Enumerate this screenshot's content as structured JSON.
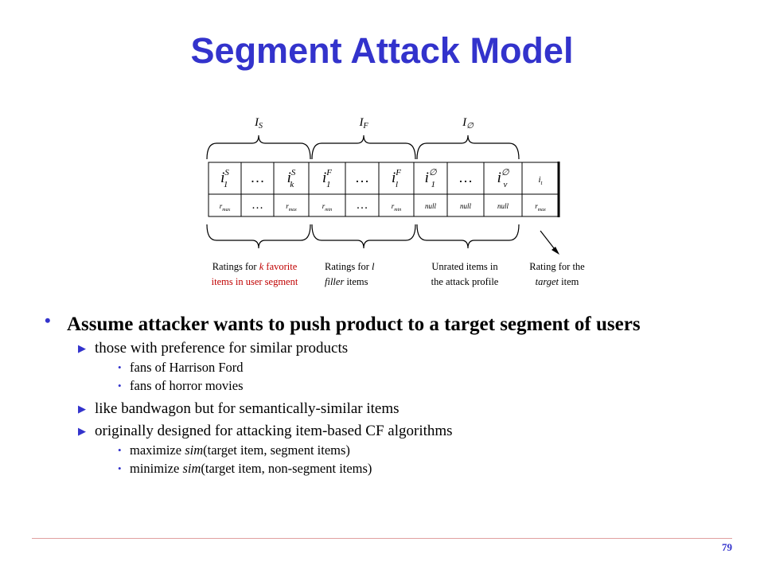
{
  "title": "Segment Attack Model",
  "diagram": {
    "groups": [
      {
        "label_base": "I",
        "label_sub": "S",
        "caption_lines": [
          "Ratings for k favorite",
          "items in user segment"
        ]
      },
      {
        "label_base": "I",
        "label_sub": "F",
        "caption_lines": [
          "Ratings for l",
          "filler items"
        ]
      },
      {
        "label_base": "I",
        "label_sub": "∅",
        "caption_lines": [
          "Unrated items in",
          "the attack profile"
        ]
      }
    ],
    "target_caption_lines": [
      "Rating for the",
      "target item"
    ],
    "header_row": [
      {
        "base": "i",
        "sub": "1",
        "sup": "S"
      },
      {
        "text": "…"
      },
      {
        "base": "i",
        "sub": "k",
        "sup": "S"
      },
      {
        "base": "i",
        "sub": "1",
        "sup": "F"
      },
      {
        "text": "…"
      },
      {
        "base": "i",
        "sub": "l",
        "sup": "F"
      },
      {
        "base": "i",
        "sub": "1",
        "sup": "∅"
      },
      {
        "text": "…"
      },
      {
        "base": "i",
        "sub": "v",
        "sup": "∅"
      },
      {
        "base": "i",
        "sub": "t",
        "sup": ""
      }
    ],
    "rating_row": [
      {
        "base": "r",
        "sub": "max"
      },
      {
        "text": "…"
      },
      {
        "base": "r",
        "sub": "max"
      },
      {
        "base": "r",
        "sub": "min"
      },
      {
        "text": "…"
      },
      {
        "base": "r",
        "sub": "min"
      },
      {
        "text": "null"
      },
      {
        "text": "null"
      },
      {
        "text": "null"
      },
      {
        "base": "r",
        "sub": "max"
      }
    ]
  },
  "bullets": {
    "main": "Assume attacker wants to push product to a target segment of users",
    "l2_preferences": "those with preference for similar products",
    "l3_harrison": "fans of Harrison Ford",
    "l3_horror": "fans of horror movies",
    "l2_bandwagon": "like bandwagon but for semantically-similar items",
    "l2_designed": "originally designed for attacking item-based CF algorithms",
    "l3_max_prefix": "maximize ",
    "l3_max_sim": "sim",
    "l3_max_rest": "(target item, segment items)",
    "l3_min_prefix": "minimize ",
    "l3_min_sim": "sim",
    "l3_min_rest": "(target item, non-segment items)"
  },
  "page_number": "79",
  "colors": {
    "title": "#3333cc",
    "caption_red": "#c00000",
    "bullet_mark": "#3333cc"
  }
}
